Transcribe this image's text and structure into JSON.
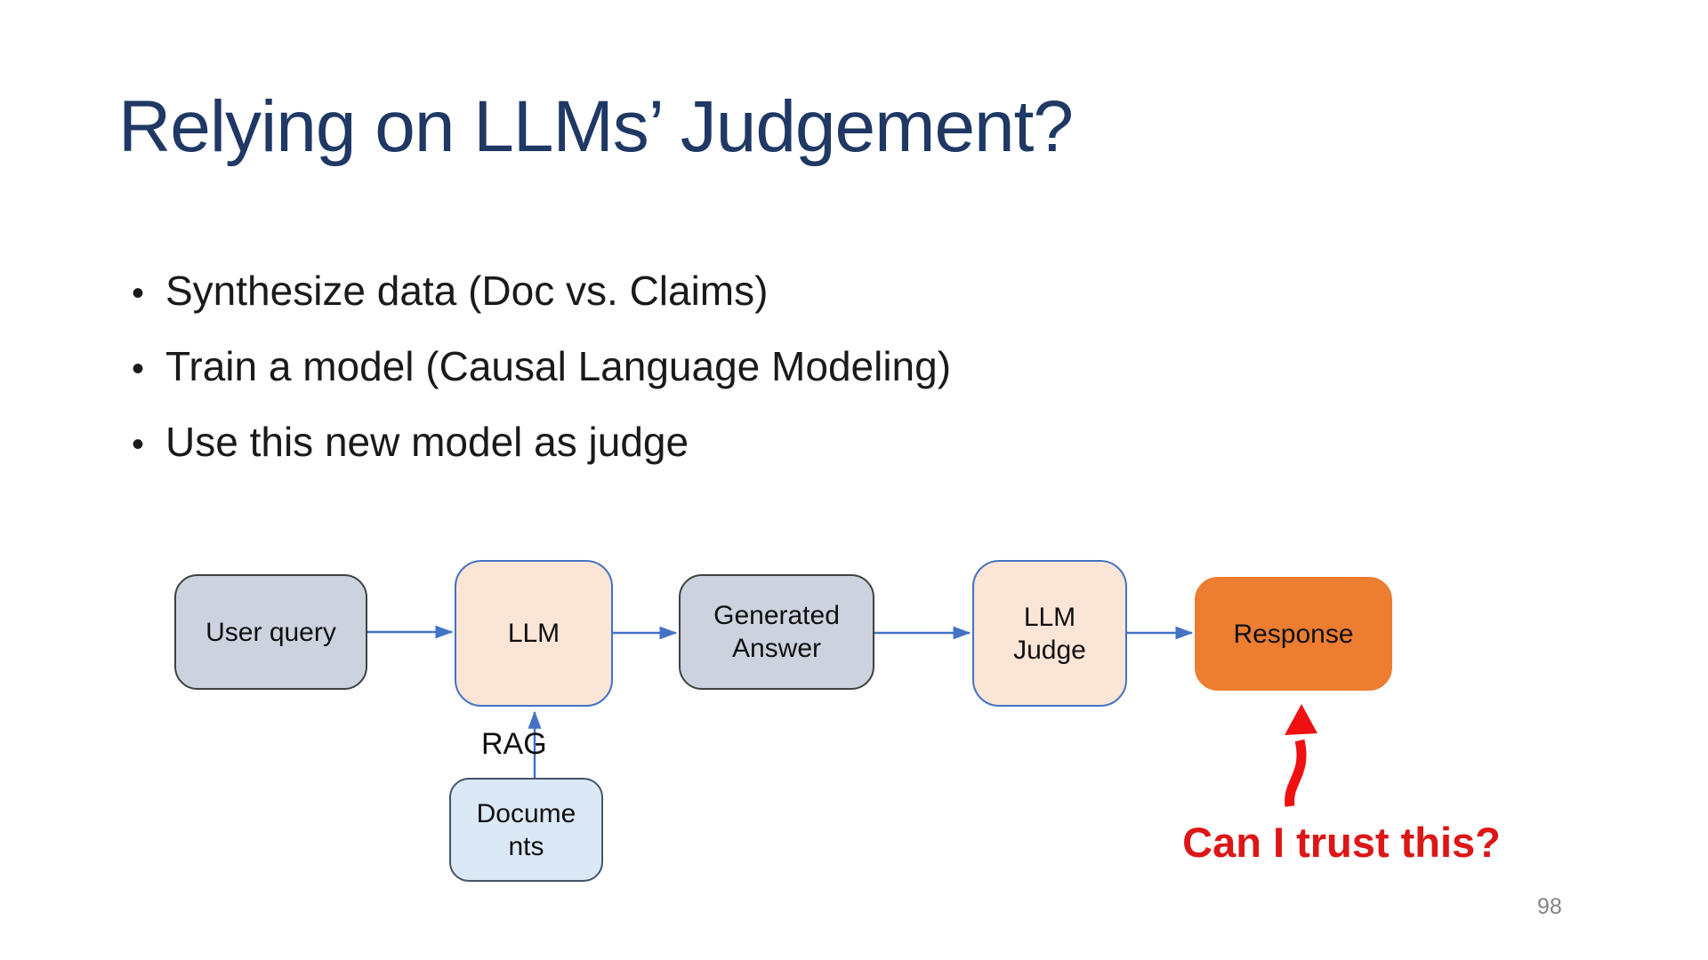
{
  "slide": {
    "title": "Relying on LLMs’ Judgement?",
    "bullets": [
      "Synthesize data (Doc vs. Claims)",
      "Train a model (Causal Language Modeling)",
      "Use this new model as judge"
    ],
    "page_number": "98"
  },
  "diagram": {
    "nodes": [
      {
        "id": "user_query",
        "label": [
          "User query"
        ]
      },
      {
        "id": "llm",
        "label": [
          "LLM"
        ]
      },
      {
        "id": "generated_answer",
        "label": [
          "Generated",
          "Answer"
        ]
      },
      {
        "id": "llm_judge",
        "label": [
          "LLM",
          "Judge"
        ]
      },
      {
        "id": "response",
        "label": [
          "Response"
        ]
      },
      {
        "id": "documents",
        "label": [
          "Docume",
          "nts"
        ]
      }
    ],
    "edges": [
      {
        "from": "user_query",
        "to": "llm"
      },
      {
        "from": "llm",
        "to": "generated_answer"
      },
      {
        "from": "generated_answer",
        "to": "llm_judge"
      },
      {
        "from": "llm_judge",
        "to": "response"
      },
      {
        "from": "documents",
        "to": "llm",
        "label": "RAG"
      }
    ],
    "rag_label": "RAG",
    "annotation": "Can I trust this?"
  },
  "colors": {
    "title_color": "#1f3864",
    "body_color": "#1a1a1a",
    "accent_blue": "#4472c4",
    "gray_fill": "#ccd3df",
    "gray_border": "#404040",
    "peach_fill": "#fbe5d6",
    "doc_fill": "#dbe8f6",
    "doc_border": "#44546a",
    "orange_fill": "#ed7d31",
    "arrow_red": "#ee1111",
    "annotation_red": "#dd1616",
    "page_gray": "#848484"
  }
}
